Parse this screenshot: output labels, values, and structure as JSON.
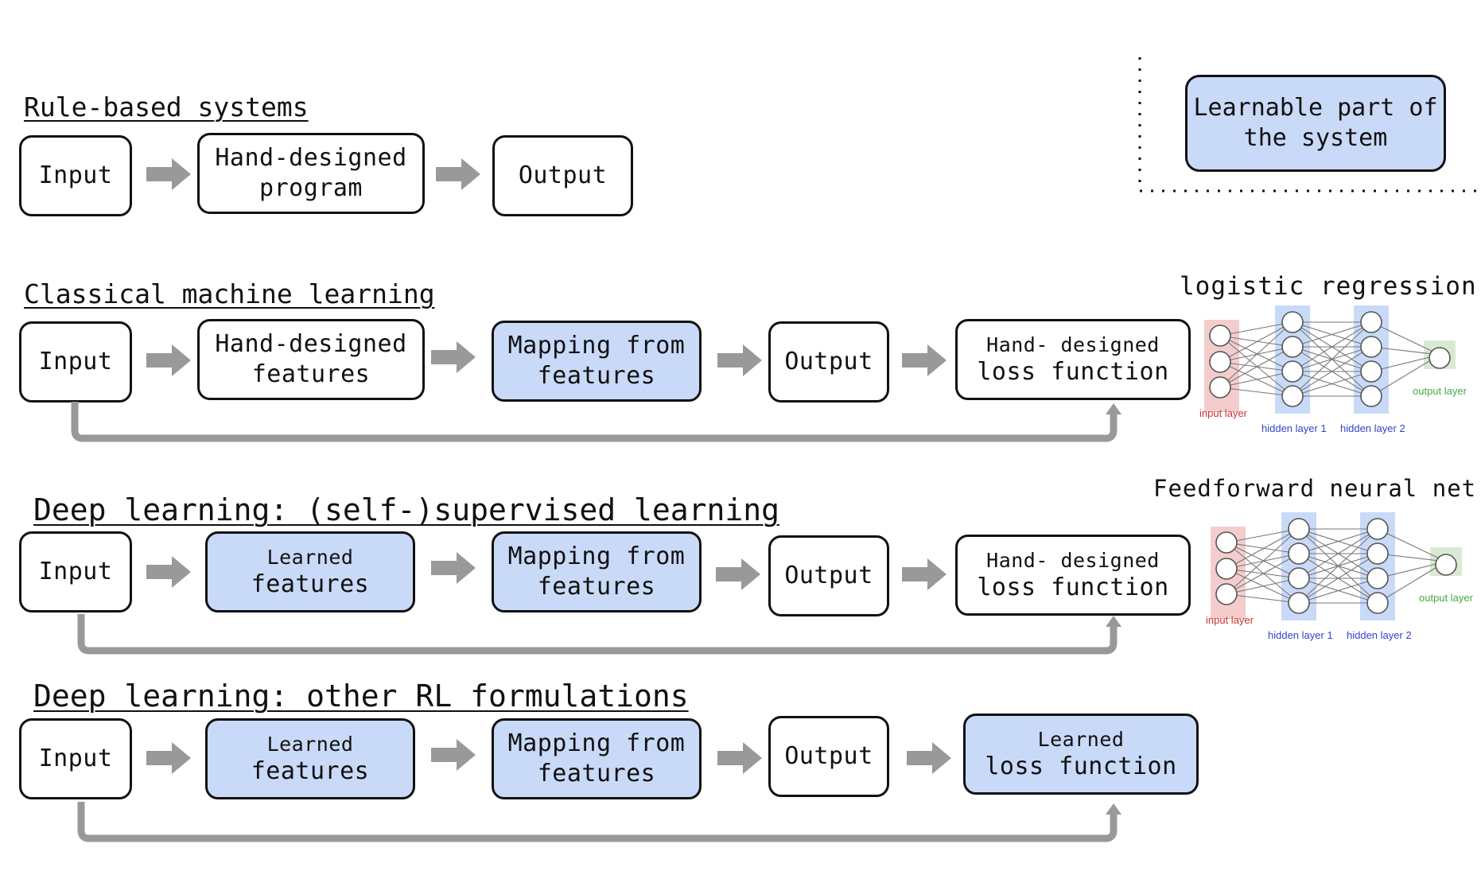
{
  "legend": {
    "label_line1": "Learnable part of",
    "label_line2": "the system"
  },
  "rows": [
    {
      "title": "Rule-based systems",
      "boxes": [
        {
          "line1": "Input"
        },
        {
          "line1": "Hand-designed",
          "line2": "program"
        },
        {
          "line1": "Output"
        }
      ]
    },
    {
      "title": "Classical machine learning",
      "boxes": [
        {
          "line1": "Input"
        },
        {
          "line1": "Hand-designed",
          "line2": "features"
        },
        {
          "line1": "Mapping from",
          "line2": "features",
          "learnable": true
        },
        {
          "line1": "Output"
        },
        {
          "line1": "Hand- designed",
          "line2": "loss function"
        }
      ]
    },
    {
      "title": "Deep learning: (self-)supervised learning",
      "boxes": [
        {
          "line1": "Input"
        },
        {
          "line1": "Learned",
          "line2": "features",
          "learnable": true
        },
        {
          "line1": "Mapping from",
          "line2": "features",
          "learnable": true
        },
        {
          "line1": "Output"
        },
        {
          "line1": "Hand- designed",
          "line2": "loss function"
        }
      ]
    },
    {
      "title": "Deep learning: other RL formulations",
      "boxes": [
        {
          "line1": "Input"
        },
        {
          "line1": "Learned",
          "line2": "features",
          "learnable": true
        },
        {
          "line1": "Mapping from",
          "line2": "features",
          "learnable": true
        },
        {
          "line1": "Output"
        },
        {
          "line1": "Learned",
          "line2": "loss function",
          "learnable": true
        }
      ]
    }
  ],
  "networks": [
    {
      "caption": "logistic regression",
      "input_label": "input layer",
      "hidden1_label": "hidden layer 1",
      "hidden2_label": "hidden layer 2",
      "output_label": "output layer"
    },
    {
      "caption": "Feedforward neural net",
      "input_label": "input layer",
      "hidden1_label": "hidden layer 1",
      "hidden2_label": "hidden layer 2",
      "output_label": "output layer"
    }
  ],
  "colors": {
    "learnable_fill": "#c9daf8",
    "arrow_gray": "#999999",
    "input_layer": "#f4cccc",
    "hidden_layer": "#c9daf8",
    "output_layer": "#d9ead3",
    "input_label_color": "#cc3333",
    "hidden_label_color": "#3344cc",
    "output_label_color": "#44aa44"
  }
}
